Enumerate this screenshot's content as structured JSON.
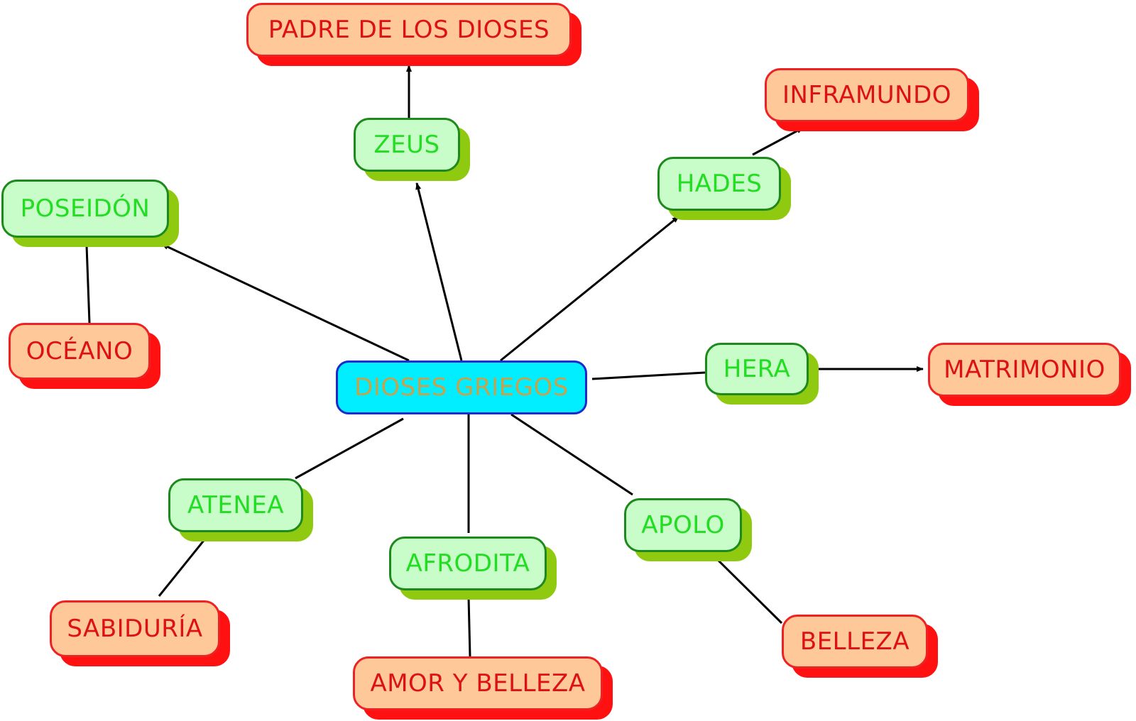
{
  "center": {
    "label": "DIOSES GRIEGOS"
  },
  "gods": {
    "zeus": "ZEUS",
    "poseidon": "POSEIDÓN",
    "hades": "HADES",
    "hera": "HERA",
    "atenea": "ATENEA",
    "afrodita": "AFRODITA",
    "apolo": "APOLO"
  },
  "concepts": {
    "zeus": "PADRE DE LOS DIOSES",
    "poseidon": "OCÉANO",
    "hades": "INFRAMUNDO",
    "hera": "MATRIMONIO",
    "atenea": "SABIDURÍA",
    "afrodita": "AMOR Y BELLEZA",
    "apolo": "BELLEZA"
  },
  "colors": {
    "center_fill": "#00eeff",
    "center_text": "#c8a24a",
    "god_fill": "#c8fcc8",
    "god_text": "#22dd22",
    "god_shadow": "#8fca10",
    "concept_fill": "#ffc898",
    "concept_text": "#dd1111",
    "concept_shadow": "#ff1111"
  }
}
